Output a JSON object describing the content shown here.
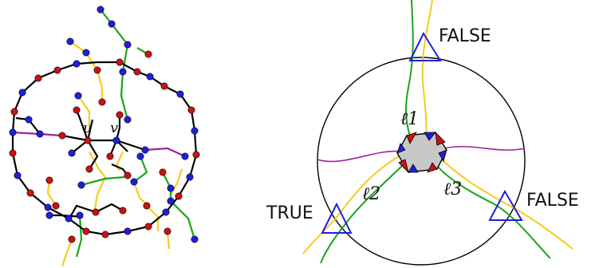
{
  "left_panel": {
    "vertex_u": "u",
    "vertex_v": "v"
  },
  "right_panel": {
    "clause_labels": {
      "top": "FALSE",
      "right": "FALSE",
      "left": "TRUE"
    },
    "path_labels": {
      "l1": "ℓ1",
      "l2": "ℓ2",
      "l3": "ℓ3"
    }
  },
  "colors": {
    "black_edge": "#000000",
    "yellow_edge": "#f5cc1c",
    "green_edge": "#1aa51a",
    "magenta_edge": "#a020a0",
    "red_vertex": "#cc1111",
    "blue_vertex": "#1f1fdd",
    "triangle": "#1f1fdd",
    "gadget_fill": "#c8c8c8"
  }
}
